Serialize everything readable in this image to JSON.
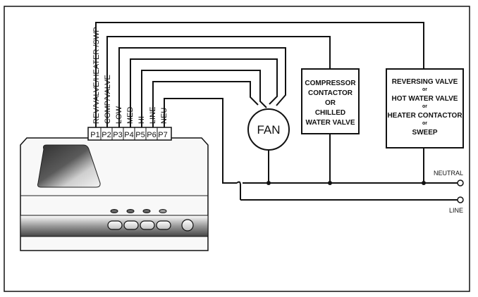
{
  "terminals": [
    "P1",
    "P2",
    "P3",
    "P4",
    "P5",
    "P6",
    "P7"
  ],
  "wires": [
    "REV/VALVE/HEATER /SWP",
    "COMP/VALVE",
    "LOW",
    "MED",
    "HI",
    "LINE",
    "NEU"
  ],
  "fan": {
    "label": "FAN"
  },
  "compressor_box": {
    "lines": [
      "COMPRESSOR",
      "CONTACTOR",
      "OR",
      "CHILLED",
      "WATER VALVE"
    ]
  },
  "reversing_box": {
    "lines": [
      {
        "text": "REVERSING VALVE",
        "size": "normal"
      },
      {
        "text": "or",
        "size": "small"
      },
      {
        "text": "HOT WATER VALVE",
        "size": "normal"
      },
      {
        "text": "or",
        "size": "small"
      },
      {
        "text": "HEATER CONTACTOR",
        "size": "normal"
      },
      {
        "text": "or",
        "size": "small"
      },
      {
        "text": "SWEEP",
        "size": "normal"
      }
    ]
  },
  "supply": {
    "neutral_label": "NEUTRAL",
    "line_label": "LINE"
  },
  "colors": {
    "ink": "#111111",
    "device_body": "#f7f7f7",
    "display_dark": "#3a3a3a",
    "display_light": "#d8d8d8"
  }
}
